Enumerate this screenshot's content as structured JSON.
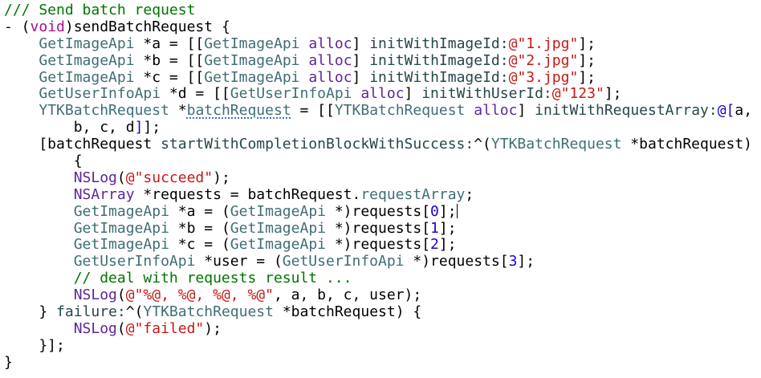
{
  "editor": {
    "lines": [
      [
        [
          "cm",
          "/// Send batch request"
        ]
      ],
      [
        [
          "p",
          "- ("
        ],
        [
          "kw",
          "void"
        ],
        [
          "p",
          ")sendBatchRequest {"
        ]
      ],
      [
        [
          "p",
          "    "
        ],
        [
          "cls",
          "GetImageApi"
        ],
        [
          "p",
          " *a = [["
        ],
        [
          "cls",
          "GetImageApi"
        ],
        [
          "p",
          " "
        ],
        [
          "sys",
          "alloc"
        ],
        [
          "p",
          "] "
        ],
        [
          "mth",
          "initWithImageId:"
        ],
        [
          "str",
          "@\"1.jpg\""
        ],
        [
          "p",
          "];"
        ]
      ],
      [
        [
          "p",
          "    "
        ],
        [
          "cls",
          "GetImageApi"
        ],
        [
          "p",
          " *b = [["
        ],
        [
          "cls",
          "GetImageApi"
        ],
        [
          "p",
          " "
        ],
        [
          "sys",
          "alloc"
        ],
        [
          "p",
          "] "
        ],
        [
          "mth",
          "initWithImageId:"
        ],
        [
          "str",
          "@\"2.jpg\""
        ],
        [
          "p",
          "];"
        ]
      ],
      [
        [
          "p",
          "    "
        ],
        [
          "cls",
          "GetImageApi"
        ],
        [
          "p",
          " *c = [["
        ],
        [
          "cls",
          "GetImageApi"
        ],
        [
          "p",
          " "
        ],
        [
          "sys",
          "alloc"
        ],
        [
          "p",
          "] "
        ],
        [
          "mth",
          "initWithImageId:"
        ],
        [
          "str",
          "@\"3.jpg\""
        ],
        [
          "p",
          "];"
        ]
      ],
      [
        [
          "p",
          "    "
        ],
        [
          "cls",
          "GetUserInfoApi"
        ],
        [
          "p",
          " *d = [["
        ],
        [
          "cls",
          "GetUserInfoApi"
        ],
        [
          "p",
          " "
        ],
        [
          "sys",
          "alloc"
        ],
        [
          "p",
          "] "
        ],
        [
          "mth",
          "initWithUserId:"
        ],
        [
          "str",
          "@\"123\""
        ],
        [
          "p",
          "];"
        ]
      ],
      [
        [
          "p",
          "    "
        ],
        [
          "cls",
          "YTKBatchRequest"
        ],
        [
          "p",
          " *"
        ],
        [
          "warn",
          "batchRequest"
        ],
        [
          "p",
          " = [["
        ],
        [
          "cls",
          "YTKBatchRequest"
        ],
        [
          "p",
          " "
        ],
        [
          "sys",
          "alloc"
        ],
        [
          "p",
          "] "
        ],
        [
          "mth",
          "initWithRequestArray:"
        ],
        [
          "num",
          "@["
        ],
        [
          "p",
          "a,"
        ]
      ],
      [
        [
          "p",
          "        b, c, d"
        ],
        [
          "num",
          "]"
        ],
        [
          "p",
          "];"
        ]
      ],
      [
        [
          "p",
          "    [batchRequest "
        ],
        [
          "mth",
          "startWithCompletionBlockWithSuccess:"
        ],
        [
          "p",
          "^("
        ],
        [
          "cls",
          "YTKBatchRequest"
        ],
        [
          "p",
          " *batchRequest)"
        ]
      ],
      [
        [
          "p",
          "        {"
        ]
      ],
      [
        [
          "p",
          "        "
        ],
        [
          "sys",
          "NSLog"
        ],
        [
          "p",
          "("
        ],
        [
          "str",
          "@\"succeed\""
        ],
        [
          "p",
          ");"
        ]
      ],
      [
        [
          "p",
          "        "
        ],
        [
          "sys",
          "NSArray"
        ],
        [
          "p",
          " *requests = batchRequest."
        ],
        [
          "prop",
          "requestArray"
        ],
        [
          "p",
          ";"
        ]
      ],
      [
        [
          "p",
          "        "
        ],
        [
          "cls",
          "GetImageApi"
        ],
        [
          "p",
          " *a = ("
        ],
        [
          "cls",
          "GetImageApi"
        ],
        [
          "p",
          " *)requests["
        ],
        [
          "num",
          "0"
        ],
        [
          "p",
          "];"
        ],
        [
          "cursor",
          ""
        ]
      ],
      [
        [
          "p",
          "        "
        ],
        [
          "cls",
          "GetImageApi"
        ],
        [
          "p",
          " *b = ("
        ],
        [
          "cls",
          "GetImageApi"
        ],
        [
          "p",
          " *)requests["
        ],
        [
          "num",
          "1"
        ],
        [
          "p",
          "];"
        ]
      ],
      [
        [
          "p",
          "        "
        ],
        [
          "cls",
          "GetImageApi"
        ],
        [
          "p",
          " *c = ("
        ],
        [
          "cls",
          "GetImageApi"
        ],
        [
          "p",
          " *)requests["
        ],
        [
          "num",
          "2"
        ],
        [
          "p",
          "];"
        ]
      ],
      [
        [
          "p",
          "        "
        ],
        [
          "cls",
          "GetUserInfoApi"
        ],
        [
          "p",
          " *user = ("
        ],
        [
          "cls",
          "GetUserInfoApi"
        ],
        [
          "p",
          " *)requests["
        ],
        [
          "num",
          "3"
        ],
        [
          "p",
          "];"
        ]
      ],
      [
        [
          "p",
          "        "
        ],
        [
          "cm",
          "// deal with requests result ..."
        ]
      ],
      [
        [
          "p",
          "        "
        ],
        [
          "sys",
          "NSLog"
        ],
        [
          "p",
          "("
        ],
        [
          "str",
          "@\"%@, %@, %@, %@\""
        ],
        [
          "p",
          ", a, b, c, user);"
        ]
      ],
      [
        [
          "p",
          "    } "
        ],
        [
          "mth",
          "failure:"
        ],
        [
          "p",
          "^("
        ],
        [
          "cls",
          "YTKBatchRequest"
        ],
        [
          "p",
          " *batchRequest) {"
        ]
      ],
      [
        [
          "p",
          "        "
        ],
        [
          "sys",
          "NSLog"
        ],
        [
          "p",
          "("
        ],
        [
          "str",
          "@\"failed\""
        ],
        [
          "p",
          ");"
        ]
      ],
      [
        [
          "p",
          "    }];"
        ]
      ],
      [
        [
          "p",
          "}"
        ]
      ]
    ]
  }
}
